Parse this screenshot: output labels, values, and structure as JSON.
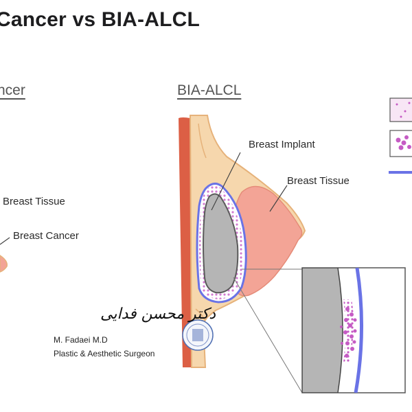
{
  "title": "Cancer vs BIA-ALCL",
  "left_panel": {
    "heading": "ncer",
    "labels": {
      "breast_tissue": "Breast Tissue",
      "breast_cancer": "Breast Cancer"
    }
  },
  "right_panel": {
    "heading": "BIA-ALCL",
    "labels": {
      "breast_implant": "Breast Implant",
      "breast_tissue": "Breast Tissue"
    }
  },
  "signature": {
    "script": "دکتر محسن فدایی",
    "name": "M. Fadaei M.D",
    "title": "Plastic & Aesthetic Surgeon"
  },
  "colors": {
    "chest_wall": "#dc5f45",
    "skin": "#f6d7ad",
    "skin_outline": "#e6b27a",
    "gland": "#f3a496",
    "implant": "#b5b5b5",
    "capsule_line": "#6a73e6",
    "lymphoma_cells": "#c55bc4"
  },
  "icons": [
    "seal-logo",
    "legend-swatch-cells",
    "legend-swatch-cluster",
    "legend-line"
  ]
}
